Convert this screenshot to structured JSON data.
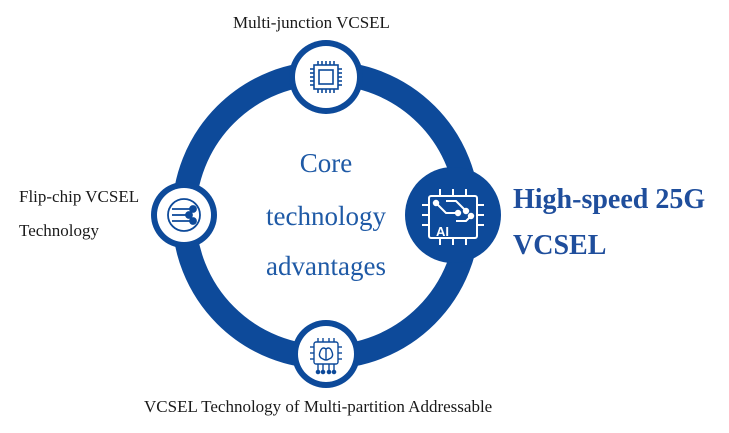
{
  "diagram": {
    "top_node": {
      "label": "Multi-junction VCSEL",
      "icon": "chip-icon"
    },
    "left_node": {
      "label_line1": "Flip-chip VCSEL",
      "label_line2": "Technology",
      "icon": "flip-chip-icon"
    },
    "bottom_node": {
      "label": "VCSEL Technology of Multi-partition Addressable",
      "icon": "brain-chip-icon"
    },
    "right_node": {
      "label_line1": "High-speed 25G",
      "label_line2": "VCSEL",
      "icon": "ai-circuit-icon",
      "icon_text": "AI"
    },
    "center": {
      "line1": "Core",
      "line2": "technology",
      "line3": "advantages"
    }
  },
  "colors": {
    "ring": "#0d4a9a",
    "center_text": "#1f5aa6",
    "highlight_text": "#1f4e9c",
    "node_fill": "#ffffff",
    "label_text": "#1a1a1a"
  }
}
